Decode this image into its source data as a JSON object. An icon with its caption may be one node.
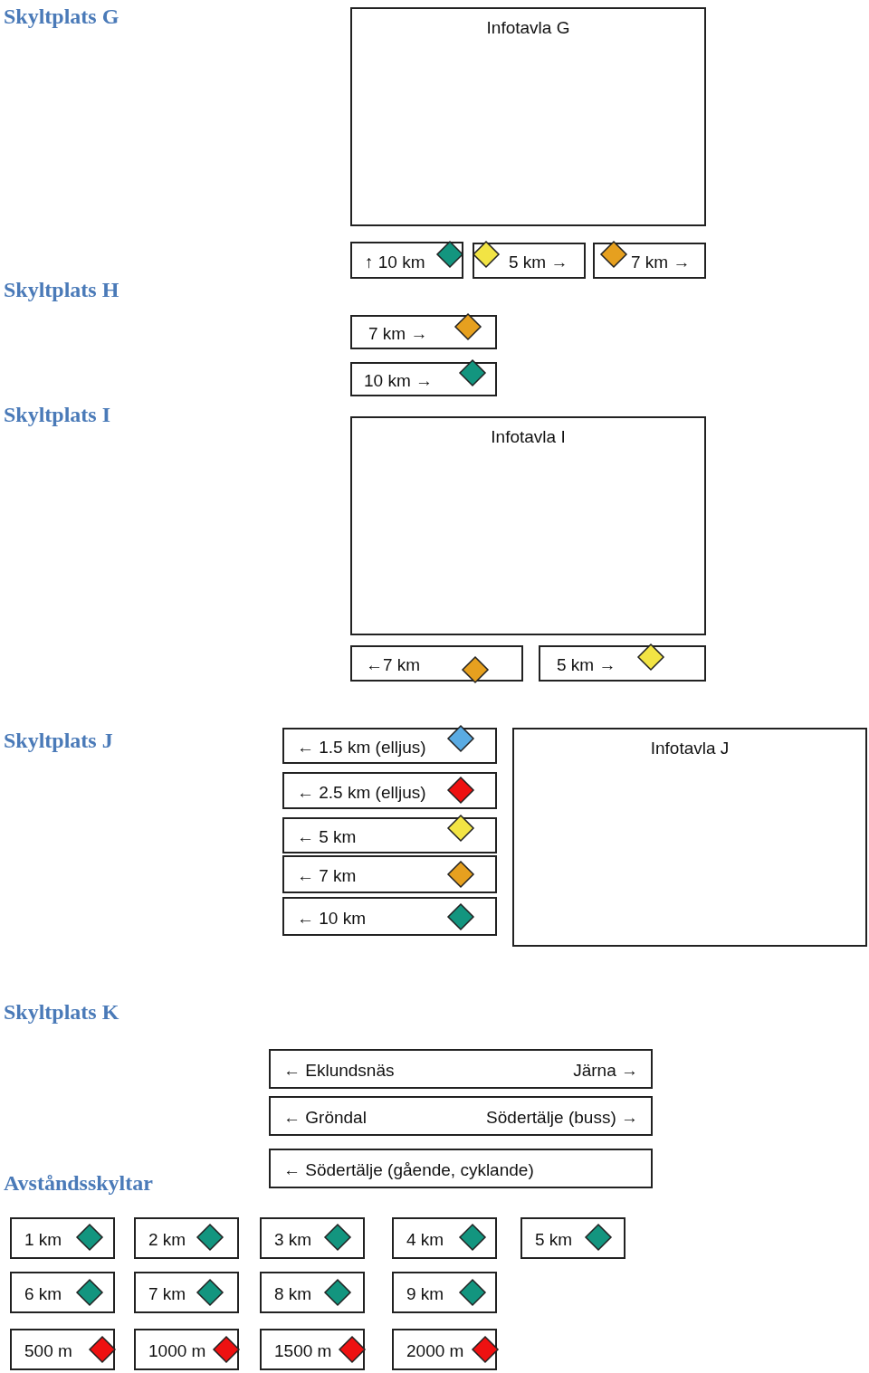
{
  "diagram": {
    "nodes": [
      {
        "text": [
          "Infotavla G"
        ]
      },
      {
        "text": [
          "↑ 10 km"
        ]
      },
      {
        "text": [
          "5 km →"
        ]
      },
      {
        "text": [
          "7 km →"
        ]
      },
      {
        "text": [
          "7 km →"
        ]
      },
      {
        "text": [
          "10 km →"
        ]
      },
      {
        "text": [
          "Infotavla I"
        ]
      },
      {
        "text": [
          "←7 km"
        ]
      },
      {
        "text": [
          "5 km →"
        ]
      },
      {
        "text": [
          "← 1.5 km (elljus)"
        ]
      },
      {
        "text": [
          "← 2.5 km (elljus)"
        ]
      },
      {
        "text": [
          "← 5 km"
        ]
      },
      {
        "text": [
          "← 7 km"
        ]
      },
      {
        "text": [
          "← 10 km"
        ]
      },
      {
        "text": [
          "Infotavla J"
        ]
      },
      {
        "text": [
          "← Eklundsnäs",
          "Järna →"
        ]
      },
      {
        "text": [
          "← Gröndal",
          "Södertälje (buss) →"
        ]
      },
      {
        "text": [
          "← Södertälje (gående, cyklande)"
        ]
      },
      {
        "text": [
          "1 km"
        ]
      },
      {
        "text": [
          "2 km"
        ]
      },
      {
        "text": [
          "3 km"
        ]
      },
      {
        "text": [
          "4 km"
        ]
      },
      {
        "text": [
          "5 km"
        ]
      },
      {
        "text": [
          "6 km"
        ]
      },
      {
        "text": [
          "7 km"
        ]
      },
      {
        "text": [
          "8 km"
        ]
      },
      {
        "text": [
          "9 km"
        ]
      },
      {
        "text": [
          "500 m"
        ]
      },
      {
        "text": [
          "1000 m"
        ]
      },
      {
        "text": [
          "1500 m"
        ]
      },
      {
        "text": [
          "2000 m"
        ]
      }
    ],
    "labels": [
      "Skyltplats G",
      "Skyltplats H",
      "Skyltplats I",
      "Skyltplats J",
      "Skyltplats K",
      "Avståndsskyltar"
    ]
  }
}
